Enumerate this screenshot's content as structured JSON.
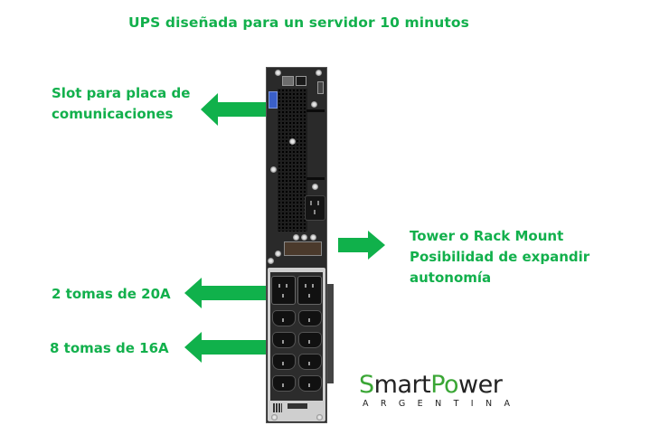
{
  "title": "UPS diseñada para un servidor 10 minutos",
  "annotations": {
    "slot": {
      "line1": "Slot para placa de",
      "line2": "comunicaciones"
    },
    "mount": {
      "line1": "Tower o Rack Mount",
      "line2": "Posibilidad de expandir",
      "line3": "autonomía"
    },
    "outlets_20a": "2 tomas de 20A",
    "outlets_16a": "8 tomas de 16A"
  },
  "logo": {
    "brand_s": "S",
    "brand_mart": "mart",
    "brand_p": "P",
    "brand_o": "o",
    "brand_wer": "wer",
    "subtitle": "ARGENTINA"
  },
  "colors": {
    "annotation_green": "#12b04c",
    "arrow_green": "#10b14b",
    "brand_green": "#3aa635",
    "device_body": "#2a2a2a"
  }
}
